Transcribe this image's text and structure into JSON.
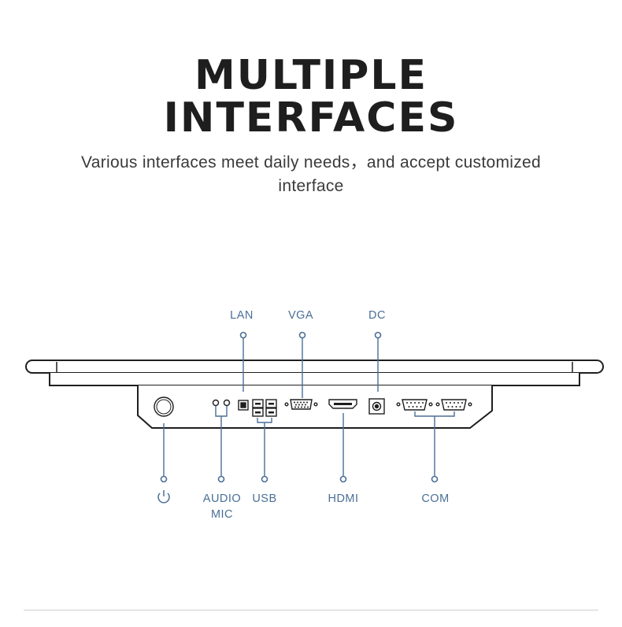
{
  "heading": {
    "line1": "MULTIPLE",
    "line2": "INTERFACES"
  },
  "subtitle": "Various interfaces meet daily needs，and accept customized interface",
  "accent_color": "#4a6f96",
  "ports_top": {
    "lan": "LAN",
    "vga": "VGA",
    "dc": "DC"
  },
  "ports_bottom": {
    "power_icon": "power-icon",
    "audio": "AUDIO",
    "mic": "MIC",
    "usb": "USB",
    "hdmi": "HDMI",
    "com": "COM"
  }
}
